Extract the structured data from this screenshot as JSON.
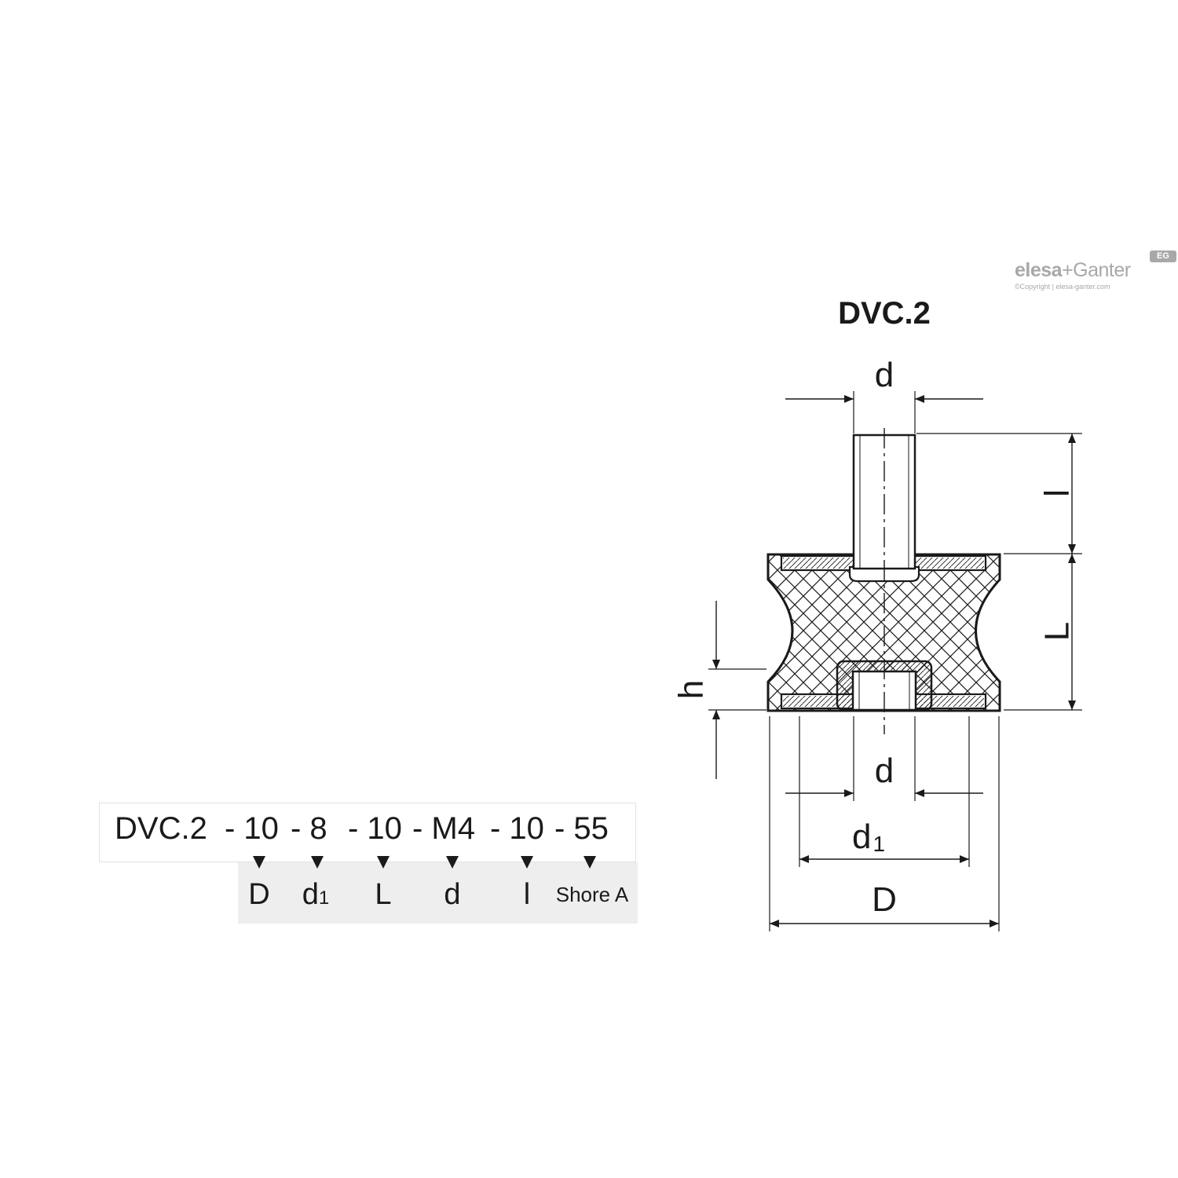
{
  "logo": {
    "brand_elesa": "elesa",
    "brand_plus": "+",
    "brand_ganter": "Ganter",
    "badge": "EG",
    "copyright": "©Copyright | elesa-ganter.com"
  },
  "drawing": {
    "title": "DVC.2",
    "dim_labels": {
      "d_top": "d",
      "l_small": "l",
      "L": "L",
      "h": "h",
      "d_bottom": "d",
      "d1_main": "d",
      "d1_sub": "1",
      "D": "D"
    }
  },
  "designation": {
    "segments": [
      "DVC.2",
      "- 10",
      "- 8",
      "- 10",
      "- M4",
      "- 10",
      "- 55"
    ],
    "legend": [
      {
        "main": "D",
        "sub": ""
      },
      {
        "main": "d",
        "sub": "1"
      },
      {
        "main": "L",
        "sub": ""
      },
      {
        "main": "d",
        "sub": ""
      },
      {
        "main": "l",
        "sub": ""
      },
      {
        "main": "Shore A",
        "sub": ""
      }
    ]
  }
}
